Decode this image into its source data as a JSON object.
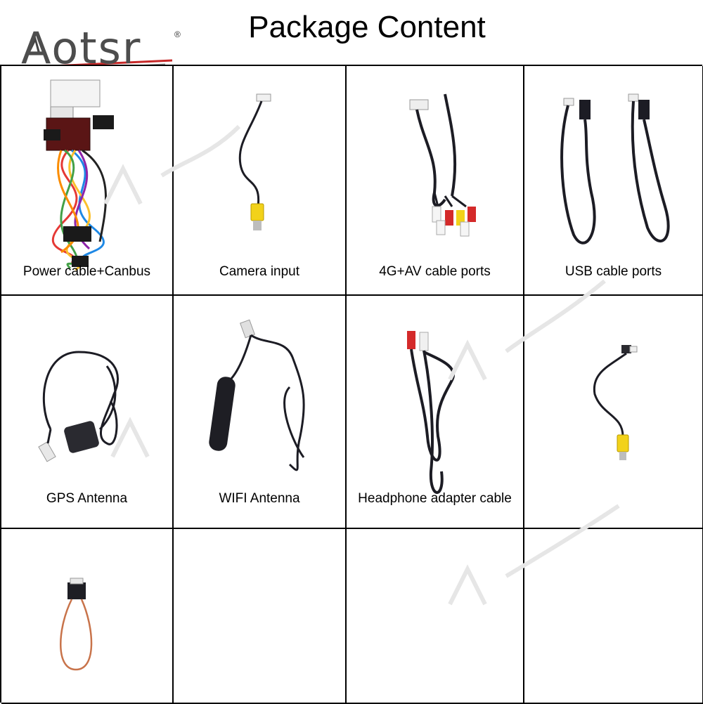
{
  "brand": {
    "logo_text": "Aotsr",
    "registered": "®"
  },
  "page_title": "Package Content",
  "items": [
    {
      "caption": "Power cable+Canbus",
      "icon": "wiring-harness-icon"
    },
    {
      "caption": "Camera input",
      "icon": "camera-cable-icon"
    },
    {
      "caption": "4G+AV cable ports",
      "icon": "rca-cable-icon"
    },
    {
      "caption": "USB cable ports",
      "icon": "usb-cable-icon"
    },
    {
      "caption": "GPS Antenna",
      "icon": "gps-antenna-icon"
    },
    {
      "caption": "WIFI Antenna",
      "icon": "wifi-antenna-icon"
    },
    {
      "caption": "Headphone adapter cable",
      "icon": "headphone-cable-icon"
    },
    {
      "caption": "",
      "icon": "short-rca-cable-icon"
    },
    {
      "caption": "",
      "icon": "fiber-loop-icon"
    }
  ],
  "colors": {
    "border": "#000000",
    "cable": "#1c1c24",
    "rca_yellow": "#f2d21a",
    "rca_red": "#d42a2a",
    "fiber": "#c8734a"
  }
}
